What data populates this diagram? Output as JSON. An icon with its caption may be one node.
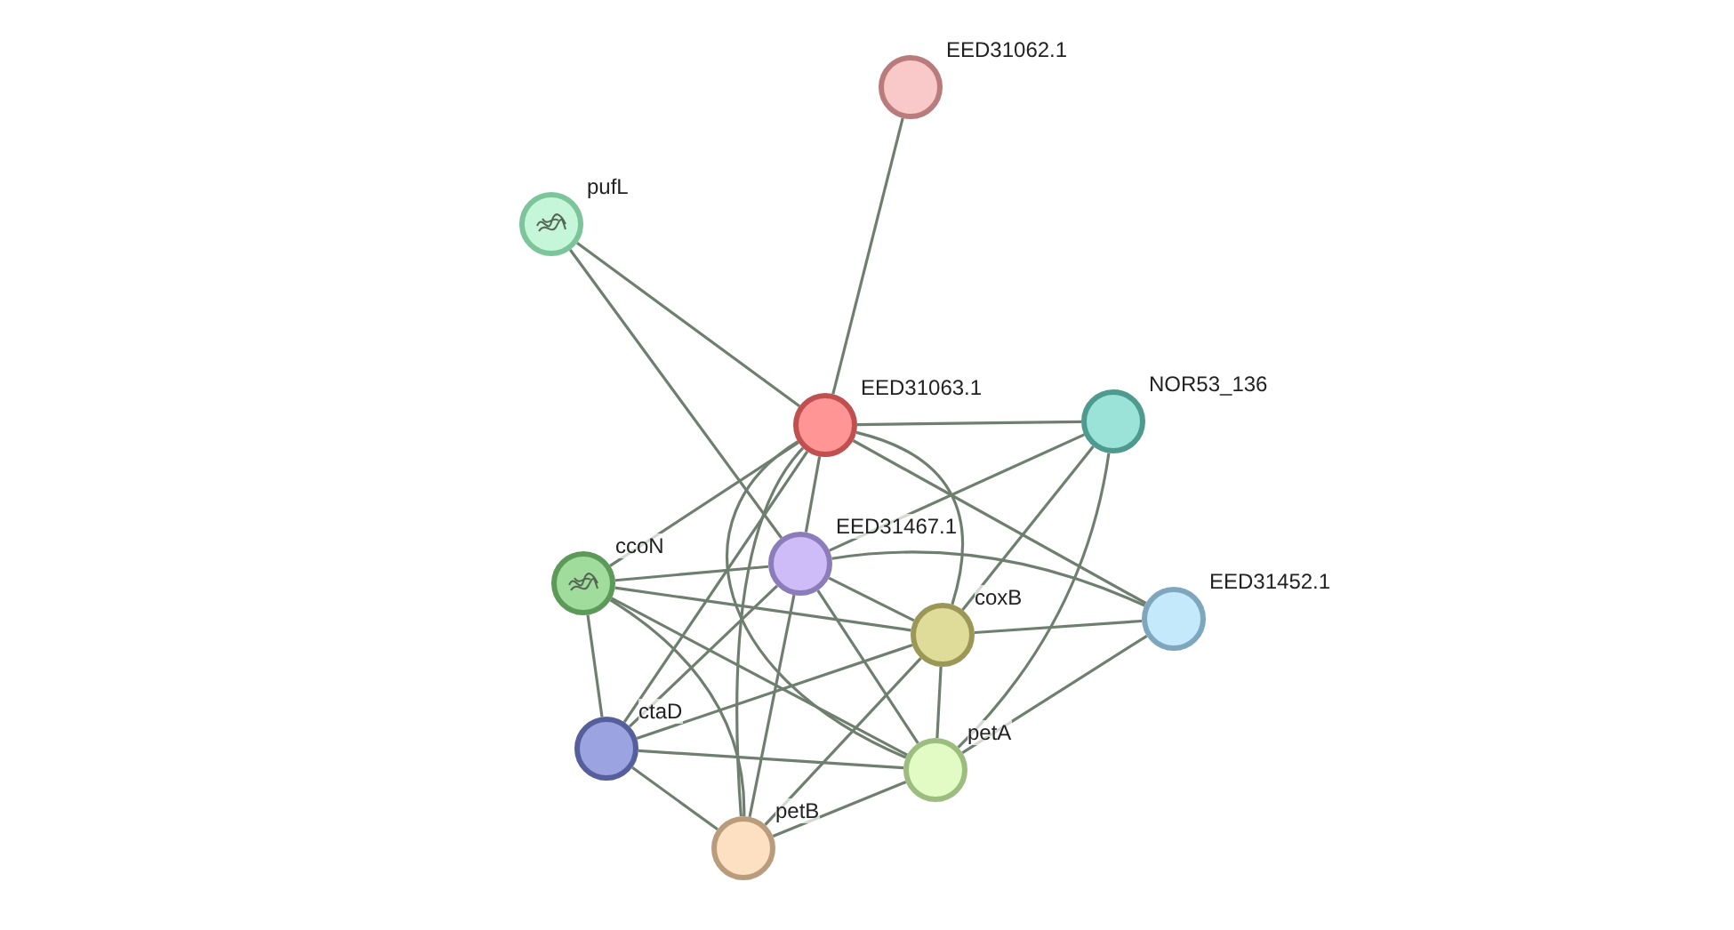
{
  "diagram": {
    "nodes": [
      {
        "text": [
          "EED31062.1"
        ]
      },
      {
        "text": [
          "pufL"
        ]
      },
      {
        "text": [
          "EED31063.1"
        ]
      },
      {
        "text": [
          "NOR53_136"
        ]
      },
      {
        "text": [
          "EED31467.1"
        ]
      },
      {
        "text": [
          "ccoN"
        ]
      },
      {
        "text": [
          "EED31452.1"
        ]
      },
      {
        "text": [
          "coxB"
        ]
      },
      {
        "text": [
          "ctaD"
        ]
      },
      {
        "text": [
          "petA"
        ]
      },
      {
        "text": [
          "petB"
        ]
      }
    ],
    "edges": [
      {
        "from": 0,
        "to": 2,
        "arrow": "none"
      },
      {
        "from": 1,
        "to": 2,
        "arrow": "none"
      },
      {
        "from": 1,
        "to": 4,
        "arrow": "none"
      },
      {
        "from": 2,
        "to": 3,
        "arrow": "none"
      },
      {
        "from": 2,
        "to": 4,
        "arrow": "none"
      },
      {
        "from": 2,
        "to": 5,
        "arrow": "none"
      },
      {
        "from": 2,
        "to": 6,
        "arrow": "none"
      },
      {
        "from": 2,
        "to": 7,
        "arrow": "none"
      },
      {
        "from": 2,
        "to": 8,
        "arrow": "none"
      },
      {
        "from": 2,
        "to": 9,
        "arrow": "none"
      },
      {
        "from": 2,
        "to": 10,
        "arrow": "none"
      },
      {
        "from": 3,
        "to": 4,
        "arrow": "none"
      },
      {
        "from": 3,
        "to": 7,
        "arrow": "none"
      },
      {
        "from": 3,
        "to": 9,
        "arrow": "none"
      },
      {
        "from": 4,
        "to": 5,
        "arrow": "none"
      },
      {
        "from": 4,
        "to": 6,
        "arrow": "none"
      },
      {
        "from": 4,
        "to": 7,
        "arrow": "none"
      },
      {
        "from": 4,
        "to": 8,
        "arrow": "none"
      },
      {
        "from": 4,
        "to": 9,
        "arrow": "none"
      },
      {
        "from": 4,
        "to": 10,
        "arrow": "none"
      },
      {
        "from": 5,
        "to": 7,
        "arrow": "none"
      },
      {
        "from": 5,
        "to": 8,
        "arrow": "none"
      },
      {
        "from": 5,
        "to": 9,
        "arrow": "none"
      },
      {
        "from": 5,
        "to": 10,
        "arrow": "none"
      },
      {
        "from": 6,
        "to": 7,
        "arrow": "none"
      },
      {
        "from": 6,
        "to": 9,
        "arrow": "none"
      },
      {
        "from": 7,
        "to": 8,
        "arrow": "none"
      },
      {
        "from": 7,
        "to": 9,
        "arrow": "none"
      },
      {
        "from": 7,
        "to": 10,
        "arrow": "none"
      },
      {
        "from": 8,
        "to": 9,
        "arrow": "none"
      },
      {
        "from": 8,
        "to": 10,
        "arrow": "none"
      },
      {
        "from": 9,
        "to": 10,
        "arrow": "none"
      }
    ]
  }
}
